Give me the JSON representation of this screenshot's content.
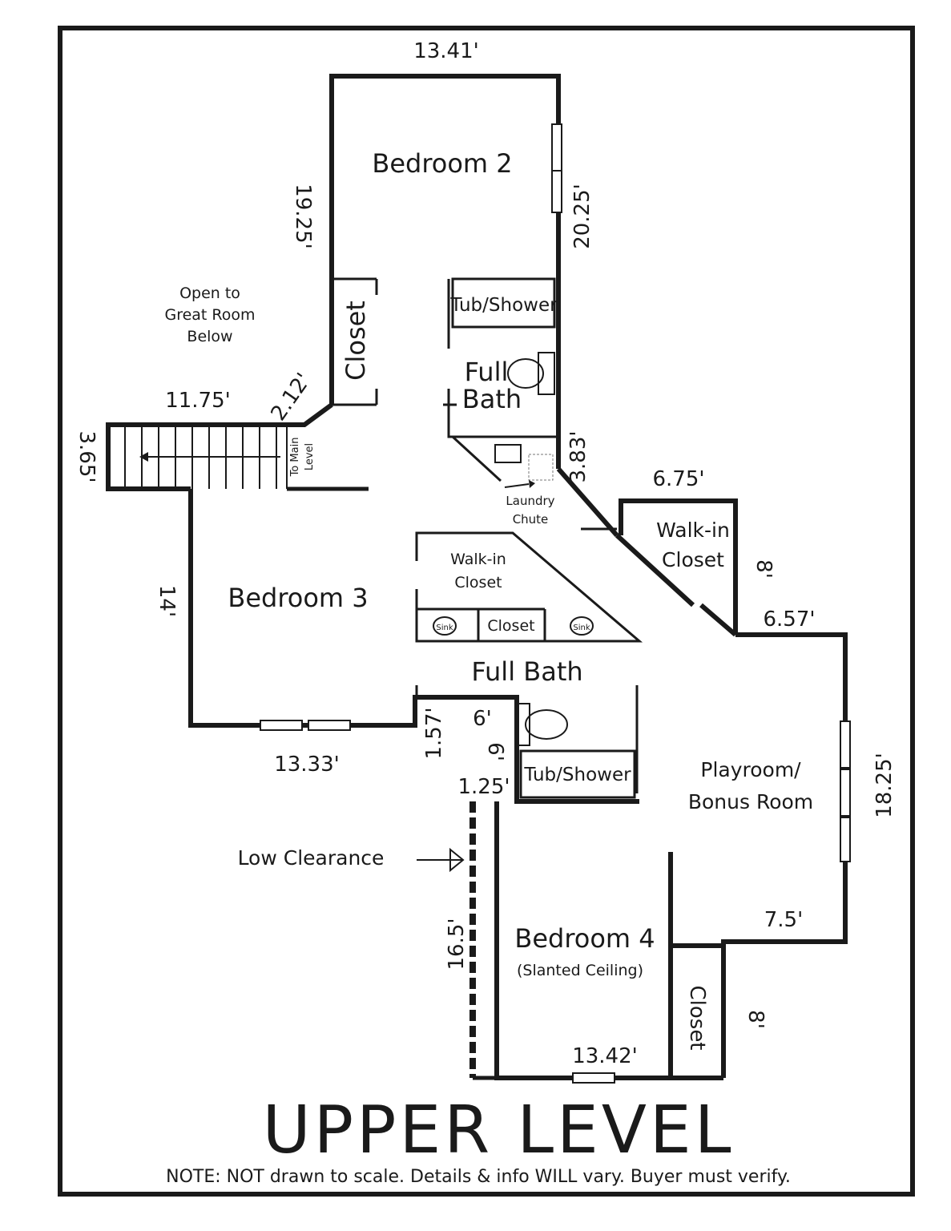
{
  "title": "UPPER LEVEL",
  "note": "NOTE: NOT drawn to scale. Details & info WILL vary. Buyer must verify.",
  "rooms": {
    "bedroom2": "Bedroom 2",
    "bedroom3": "Bedroom 3",
    "bedroom4": "Bedroom 4",
    "bedroom4_sub": "(Slanted Ceiling)",
    "open_line1": "Open to",
    "open_line2": "Great Room",
    "open_line3": "Below",
    "closet_upper": "Closet",
    "tub_upper": "Tub/Shower",
    "full_bath_line1": "Full",
    "full_bath_line2": "Bath",
    "laundry_line1": "Laundry",
    "laundry_line2": "Chute",
    "walkin_right_line1": "Walk-in",
    "walkin_right_line2": "Closet",
    "walkin_mid_line1": "Walk-in",
    "walkin_mid_line2": "Closet",
    "sink": "Sink",
    "closet_mid": "Closet",
    "full_bath_mid": "Full Bath",
    "tub_lower": "Tub/Shower",
    "playroom_line1": "Playroom/",
    "playroom_line2": "Bonus Room",
    "closet_lower": "Closet",
    "stairs_line1": "To Main",
    "stairs_line2": "Level",
    "low_clearance": "Low Clearance"
  },
  "dimensions": {
    "top": "13.41'",
    "left_b2": "19.25'",
    "right_b2": "20.25'",
    "landing": "11.75'",
    "diag": "2.12'",
    "stair": "3.65'",
    "bath_side": "3.83'",
    "walkin_top": "6.75'",
    "walkin_side": "8'",
    "playroom_top": "6.57'",
    "bed3_side": "14'",
    "bed3_bottom": "13.33'",
    "hall_a": "1.57'",
    "hall_b": "6'",
    "hall_c": "6'",
    "hall_d": "1.25'",
    "playroom_side": "18.25'",
    "play_bottom": "7.5'",
    "bed4_side": "16.5'",
    "bed4_bottom": "13.42'",
    "closet_side": "8'"
  }
}
